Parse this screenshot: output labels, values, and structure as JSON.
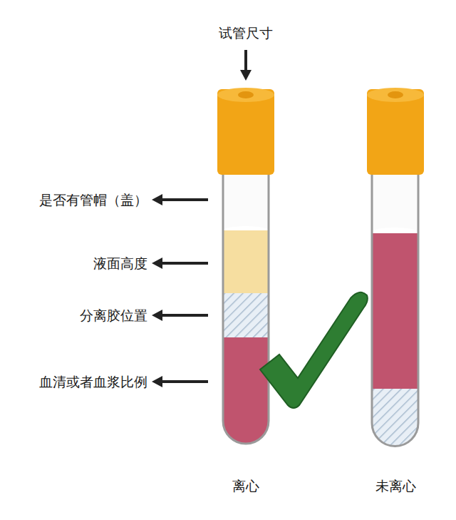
{
  "diagram": {
    "labels": [
      "试管尺寸",
      "是否有管帽（盖）",
      "液面高度",
      "分离胶位置",
      "血清或者血浆比例",
      "离心",
      "未离心"
    ]
  }
}
